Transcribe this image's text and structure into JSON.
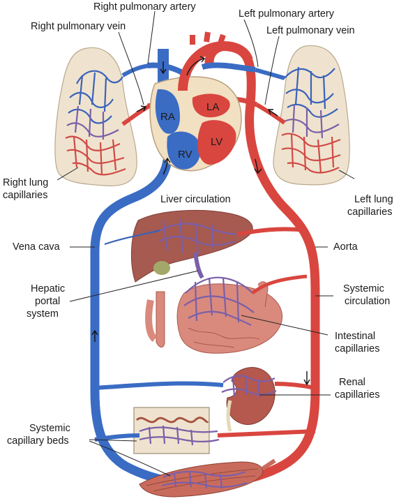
{
  "labels": {
    "right_pulmonary_artery": "Right pulmonary artery",
    "right_pulmonary_vein": "Right pulmonary vein",
    "left_pulmonary_artery": "Left pulmonary artery",
    "left_pulmonary_vein": "Left pulmonary vein",
    "right_lung_capillaries": [
      "Right lung",
      "capillaries"
    ],
    "left_lung_capillaries": [
      "Left lung",
      "capillaries"
    ],
    "liver_circulation": "Liver circulation",
    "vena_cava": "Vena cava",
    "aorta": "Aorta",
    "hepatic_portal_system": [
      "Hepatic",
      "portal",
      "system"
    ],
    "systemic_circulation": [
      "Systemic",
      "circulation"
    ],
    "intestinal_capillaries": [
      "Intestinal",
      "capillaries"
    ],
    "renal_capillaries": [
      "Renal",
      "capillaries"
    ],
    "systemic_capillary_beds": [
      "Systemic",
      "capillary beds"
    ]
  },
  "chambers": {
    "ra": "RA",
    "rv": "RV",
    "la": "LA",
    "lv": "LV"
  },
  "colors": {
    "deoxygenated": "#3a6cc4",
    "oxygenated": "#d9463f",
    "lung_tissue": "#efe3cf",
    "liver": "#a65a50",
    "intestine": "#d98a7d",
    "kidney": "#b5584e",
    "muscle": "#c96b5c"
  }
}
